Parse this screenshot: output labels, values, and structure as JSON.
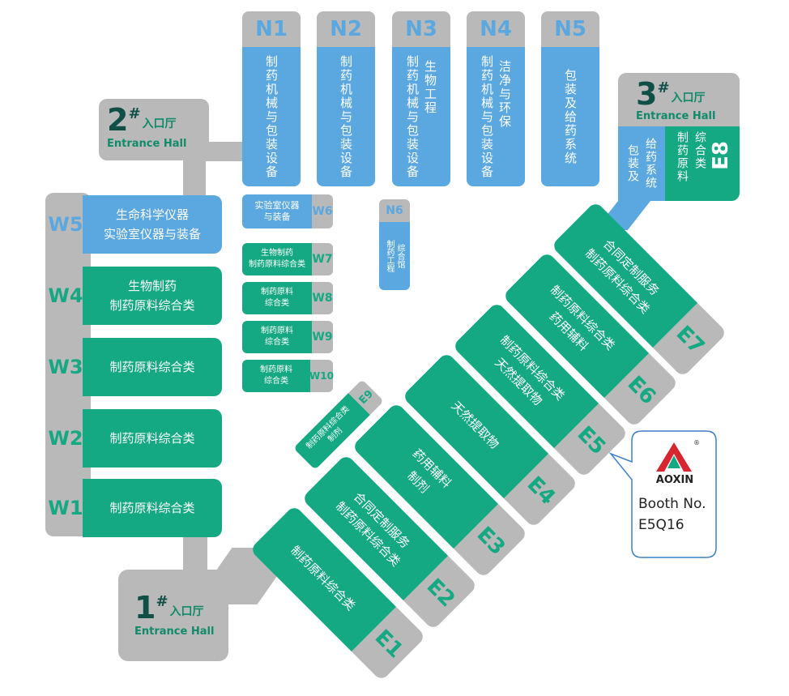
{
  "entrances": {
    "e1": {
      "num": "1",
      "mark": "#",
      "cn": "入口厅",
      "en": "Entrance Hall"
    },
    "e2": {
      "num": "2",
      "mark": "#",
      "cn": "入口厅",
      "en": "Entrance Hall"
    },
    "e3": {
      "num": "3",
      "mark": "#",
      "cn": "入口厅",
      "en": "Entrance Hall"
    }
  },
  "north": [
    {
      "id": "N1",
      "text": "制药机械与包装设备"
    },
    {
      "id": "N2",
      "text": "制药机械与包装设备"
    },
    {
      "id": "N3",
      "text": "制药机械与包装设备",
      "text2": "生物工程"
    },
    {
      "id": "N4",
      "text": "制药机械与包装设备",
      "text2": "洁净与环保"
    },
    {
      "id": "N5",
      "text": "包装及给药系统"
    }
  ],
  "e8": {
    "id": "E8",
    "text_blue": [
      "包装及",
      "给药系统"
    ],
    "text_green": [
      "制药原料",
      "综合类"
    ]
  },
  "west": [
    {
      "id": "W5",
      "lines": [
        "生命科学仪器",
        "实验室仪器与装备"
      ],
      "color": "blue"
    },
    {
      "id": "W4",
      "lines": [
        "生物制药",
        "制药原料综合类"
      ],
      "color": "green"
    },
    {
      "id": "W3",
      "lines": [
        "制药原料综合类"
      ],
      "color": "green"
    },
    {
      "id": "W2",
      "lines": [
        "制药原料综合类"
      ],
      "color": "green"
    },
    {
      "id": "W1",
      "lines": [
        "制药原料综合类"
      ],
      "color": "green"
    }
  ],
  "small_halls": [
    {
      "id": "W6",
      "lines": [
        "实验室仪器",
        "与装备"
      ],
      "color": "blue"
    },
    {
      "id": "W7",
      "lines": [
        "生物制药",
        "制药原料综合类"
      ],
      "color": "green"
    },
    {
      "id": "W8",
      "lines": [
        "制药原料",
        "综合类"
      ],
      "color": "green"
    },
    {
      "id": "W9",
      "lines": [
        "制药原料",
        "综合类"
      ],
      "color": "green"
    },
    {
      "id": "W10",
      "lines": [
        "制药原料",
        "综合类"
      ],
      "color": "green"
    }
  ],
  "n6": {
    "id": "N6",
    "lines": [
      "制药工程",
      "综合馆"
    ]
  },
  "e9": {
    "id": "E9",
    "lines": [
      "制药原料综合类",
      "制剂"
    ]
  },
  "east": [
    {
      "id": "E1",
      "lines": [
        "制药原料综合类"
      ]
    },
    {
      "id": "E2",
      "lines": [
        "合同定制服务",
        "制药原料综合类"
      ]
    },
    {
      "id": "E3",
      "lines": [
        "药用辅料",
        "制剂"
      ]
    },
    {
      "id": "E4",
      "lines": [
        "天然提取物"
      ]
    },
    {
      "id": "E5",
      "lines": [
        "制药原料综合类",
        "天然提取物"
      ]
    },
    {
      "id": "E6",
      "lines": [
        "制药原料综合类",
        "药用辅料"
      ]
    },
    {
      "id": "E7",
      "lines": [
        "合同定制服务",
        "制药原料综合类"
      ]
    }
  ],
  "callout": {
    "brand": "AOXIN",
    "reg": "®",
    "line1": "Booth No.",
    "line2": "E5Q16"
  },
  "colors": {
    "green": "#14a883",
    "blue": "#5ba8e0",
    "gray": "#b9b9b9",
    "dark": "#0f4f48",
    "brand_red": "#d7262f"
  }
}
